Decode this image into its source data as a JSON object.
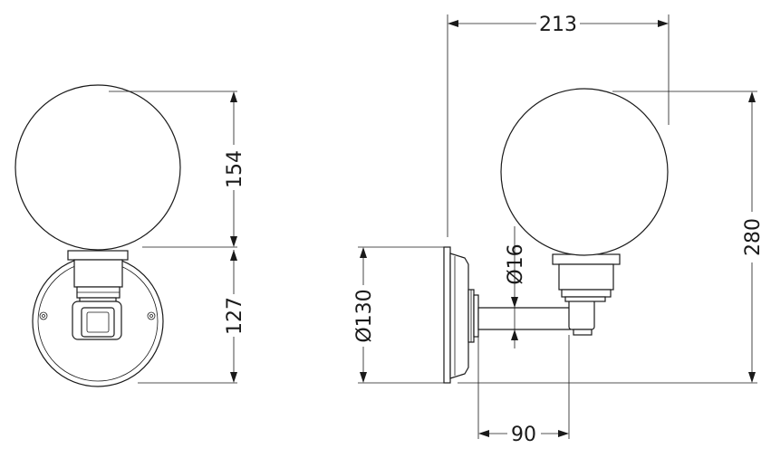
{
  "dimensions": {
    "globe_height": "154",
    "base_height": "127",
    "projection_width": "213",
    "total_height": "280",
    "plate_diameter": "Ø130",
    "arm_diameter": "Ø16",
    "arm_length": "90"
  }
}
